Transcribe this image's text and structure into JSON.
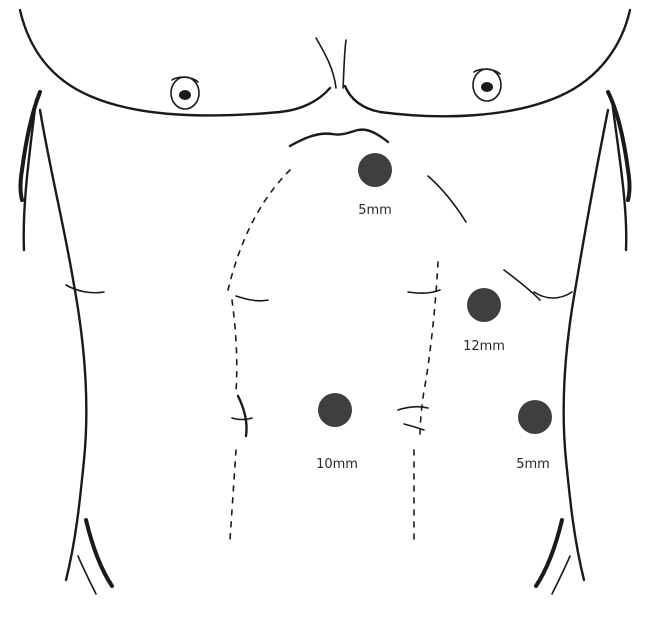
{
  "ports": [
    {
      "id": "port-epigastric",
      "label": "5mm"
    },
    {
      "id": "port-left-subcostal",
      "label": "12mm"
    },
    {
      "id": "port-umbilical",
      "label": "10mm"
    },
    {
      "id": "port-left-lateral",
      "label": "5mm"
    }
  ],
  "colors": {
    "line": "#1a1a1a",
    "port": "#3f3f3f",
    "background": "#ffffff"
  }
}
